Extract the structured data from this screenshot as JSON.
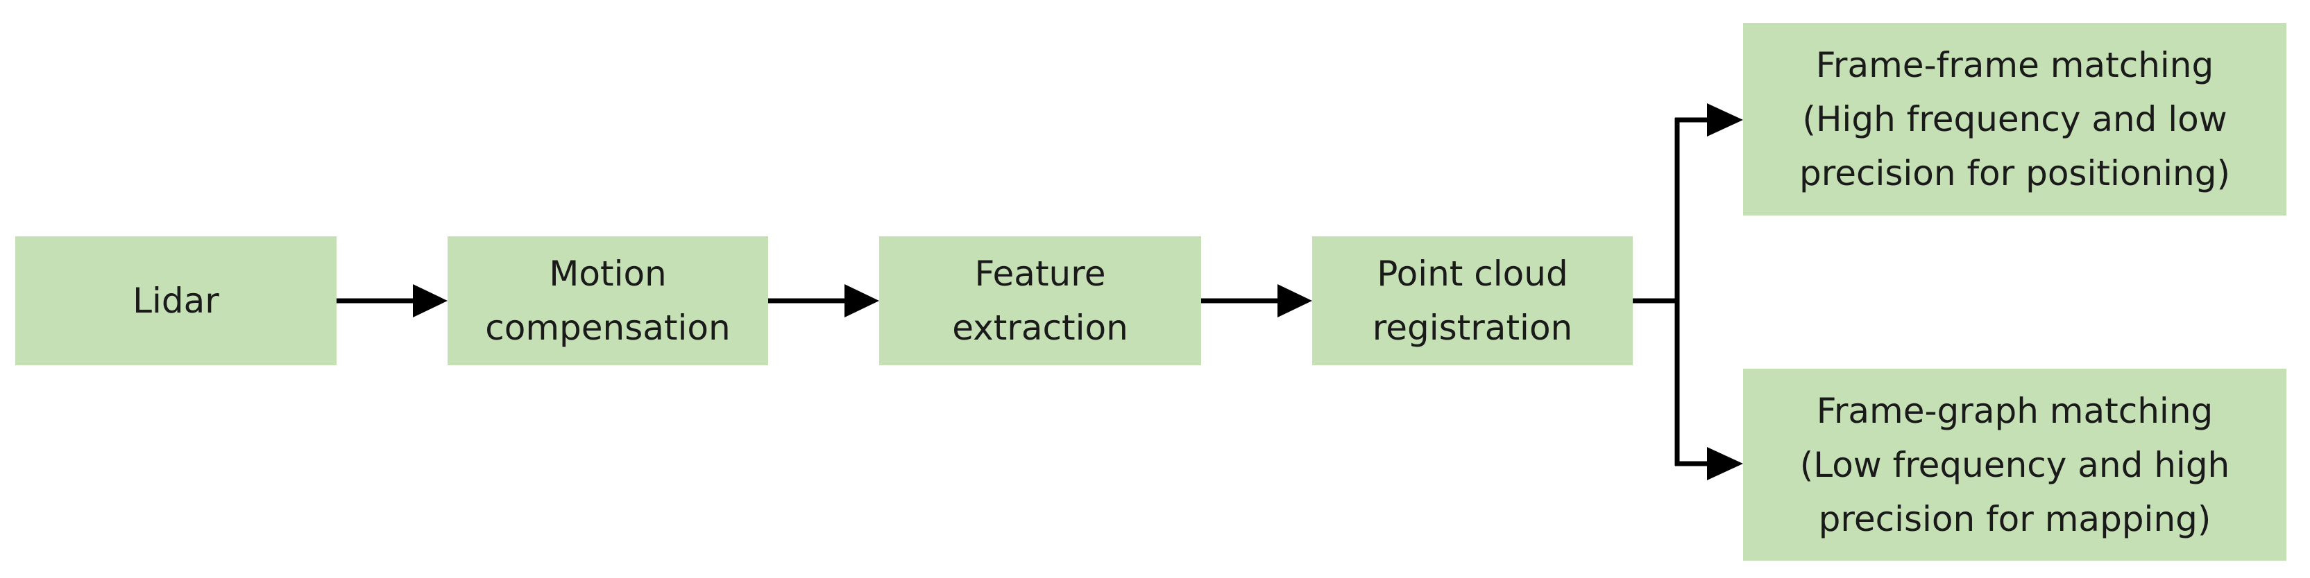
{
  "nodes": {
    "lidar": {
      "lines": [
        "Lidar"
      ]
    },
    "motion": {
      "lines": [
        "Motion",
        "compensation"
      ]
    },
    "feature": {
      "lines": [
        "Feature",
        "extraction"
      ]
    },
    "registration": {
      "lines": [
        "Point cloud",
        "registration"
      ]
    },
    "frame_frame": {
      "lines": [
        "Frame-frame matching",
        "(High frequency and low",
        "precision for positioning)"
      ]
    },
    "frame_graph": {
      "lines": [
        "Frame-graph matching",
        "(Low frequency and high",
        "precision for mapping)"
      ]
    }
  },
  "edges": [
    {
      "from": "Lidar",
      "to": "Motion compensation"
    },
    {
      "from": "Motion compensation",
      "to": "Feature extraction"
    },
    {
      "from": "Feature extraction",
      "to": "Point cloud registration"
    },
    {
      "from": "Point cloud registration",
      "to": "Frame-frame matching"
    },
    {
      "from": "Point cloud registration",
      "to": "Frame-graph matching"
    }
  ],
  "colors": {
    "box_fill": "#c5e0b4",
    "arrow": "#000000"
  }
}
